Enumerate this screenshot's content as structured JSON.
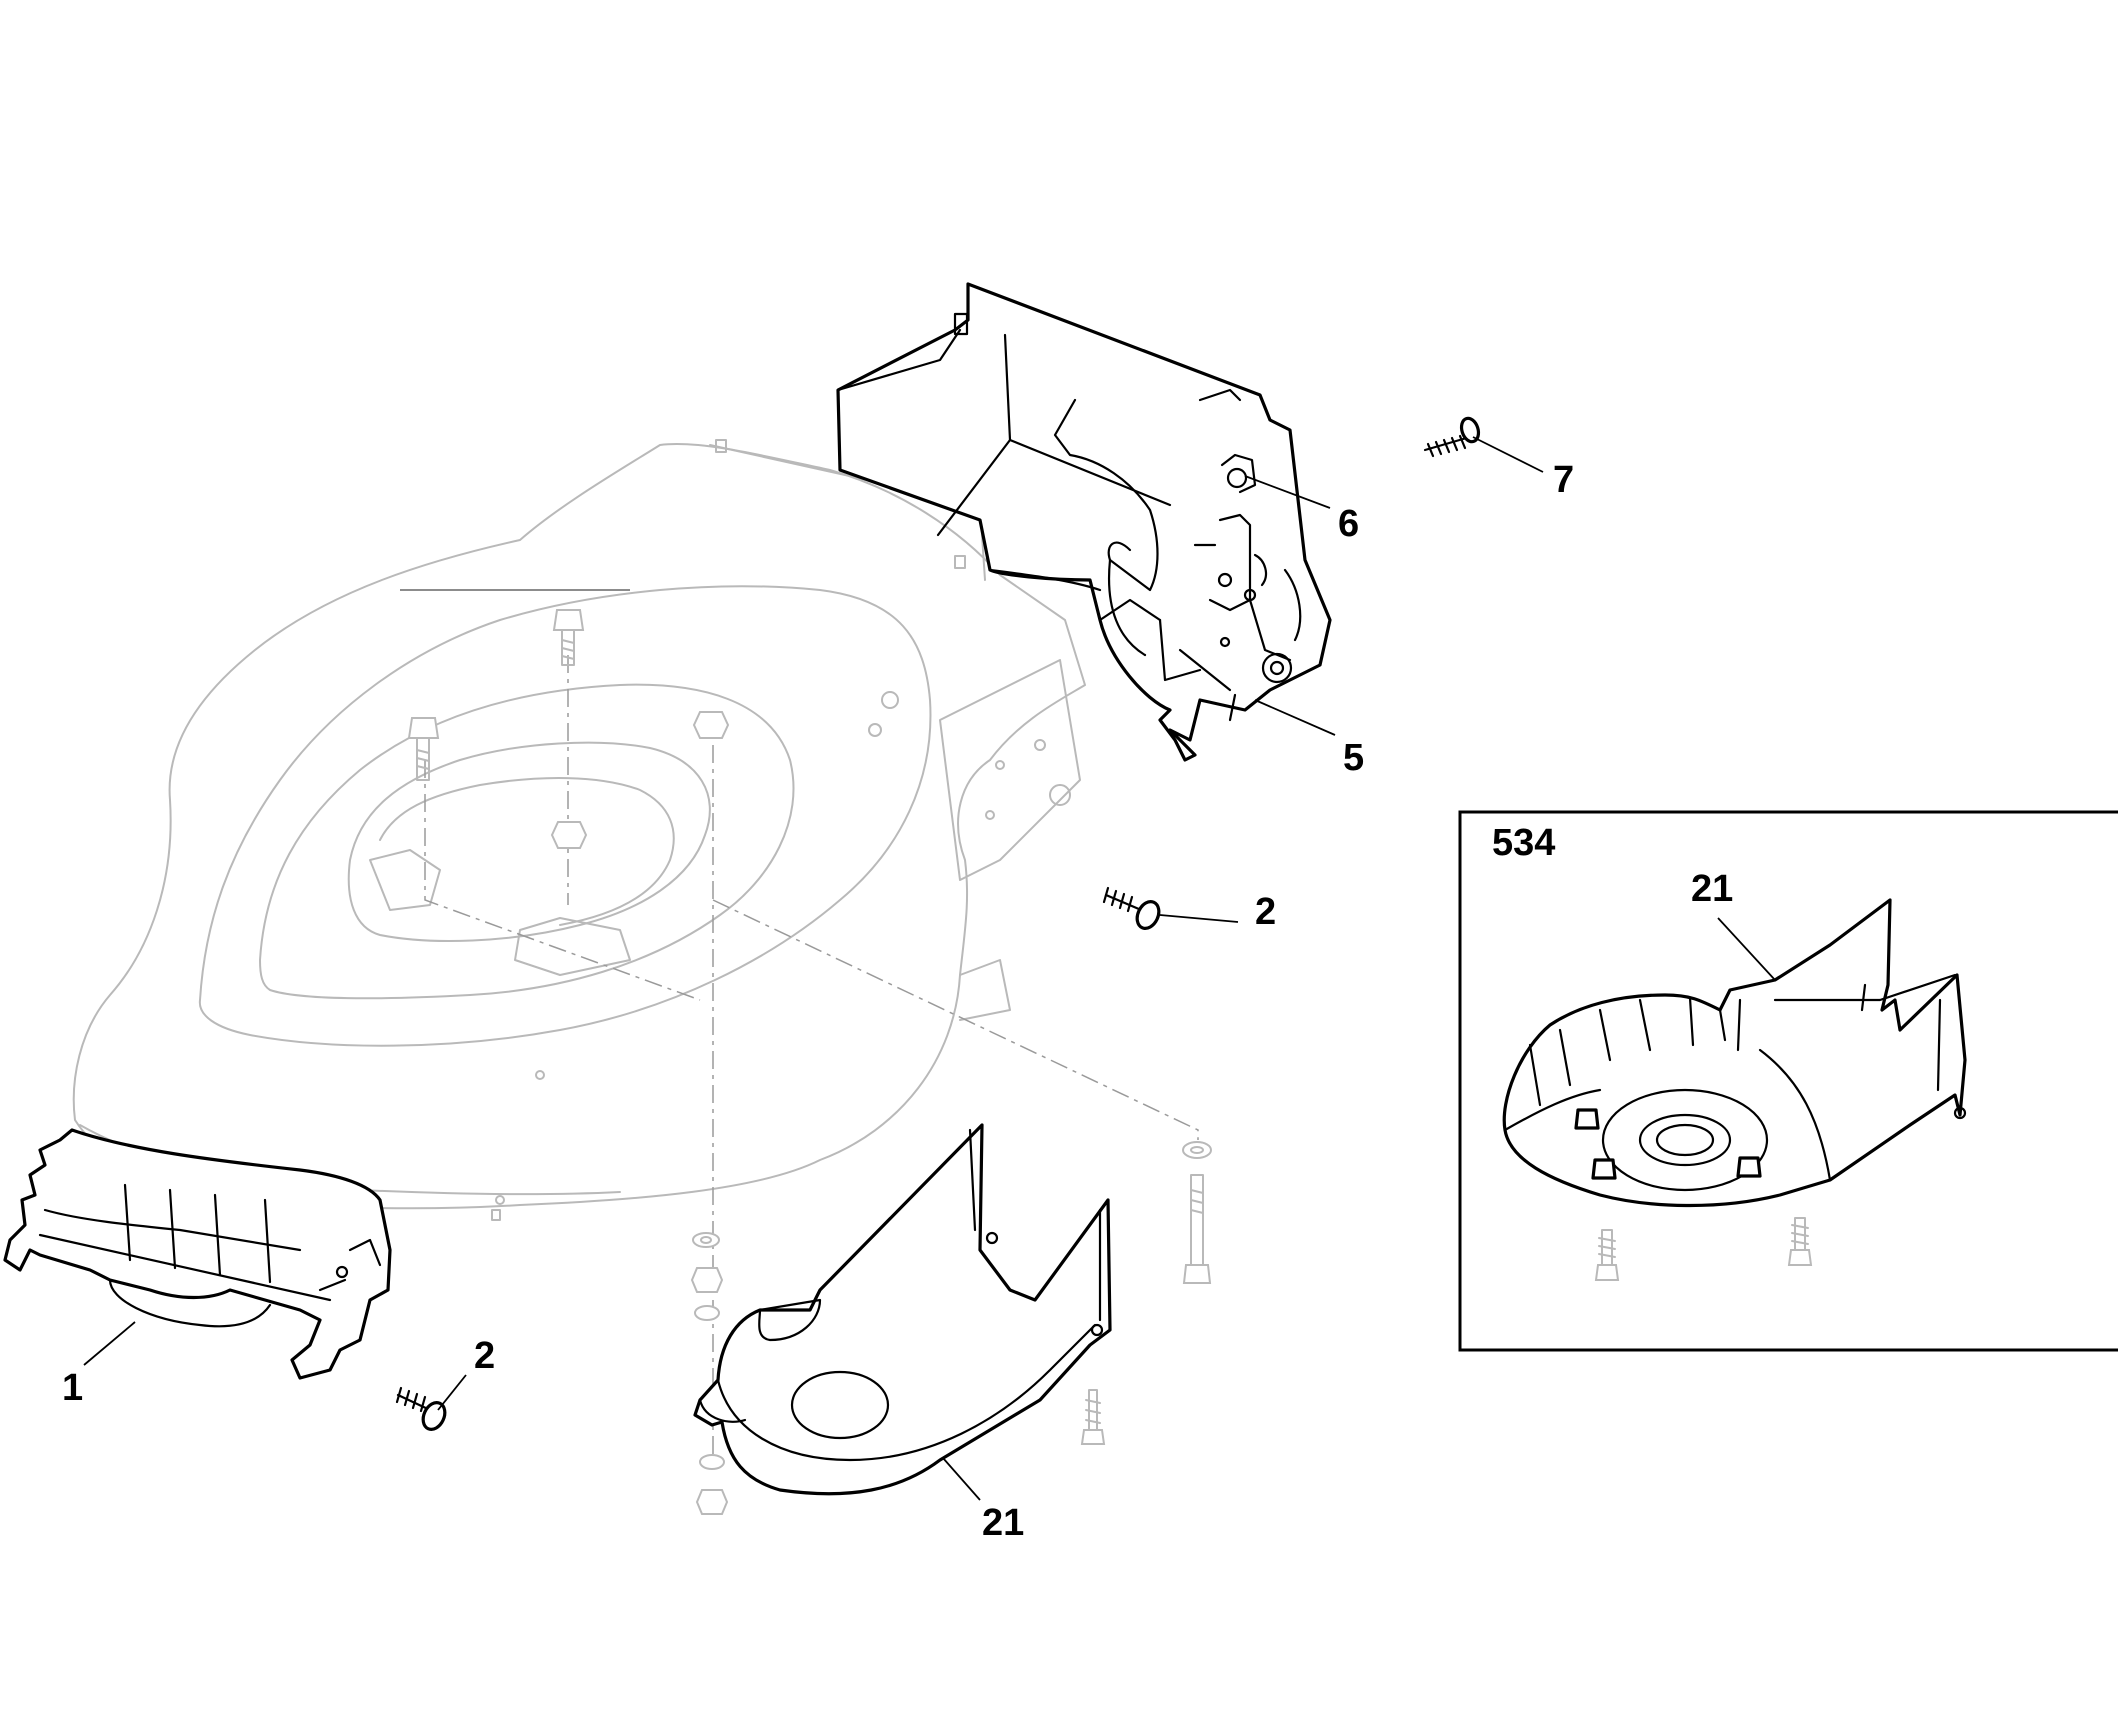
{
  "callouts": [
    {
      "id": "c1",
      "text": "1"
    },
    {
      "id": "c2a",
      "text": "2"
    },
    {
      "id": "c2b",
      "text": "2"
    },
    {
      "id": "c5",
      "text": "5"
    },
    {
      "id": "c6",
      "text": "6"
    },
    {
      "id": "c7",
      "text": "7"
    },
    {
      "id": "c21a",
      "text": "21"
    },
    {
      "id": "c21b",
      "text": "21"
    }
  ],
  "inset": {
    "label": "534",
    "callout": "21"
  },
  "parts": [
    {
      "icon": "mower-deck-icon"
    },
    {
      "icon": "rear-flap-icon"
    },
    {
      "icon": "rear-guard-icon"
    },
    {
      "icon": "screw-icon"
    },
    {
      "icon": "bolt-icon"
    },
    {
      "icon": "nut-icon"
    },
    {
      "icon": "washer-icon"
    },
    {
      "icon": "deflector-icon"
    }
  ],
  "colors": {
    "line": "#000000",
    "ghost": "#b9b9b9",
    "background": "#ffffff"
  }
}
